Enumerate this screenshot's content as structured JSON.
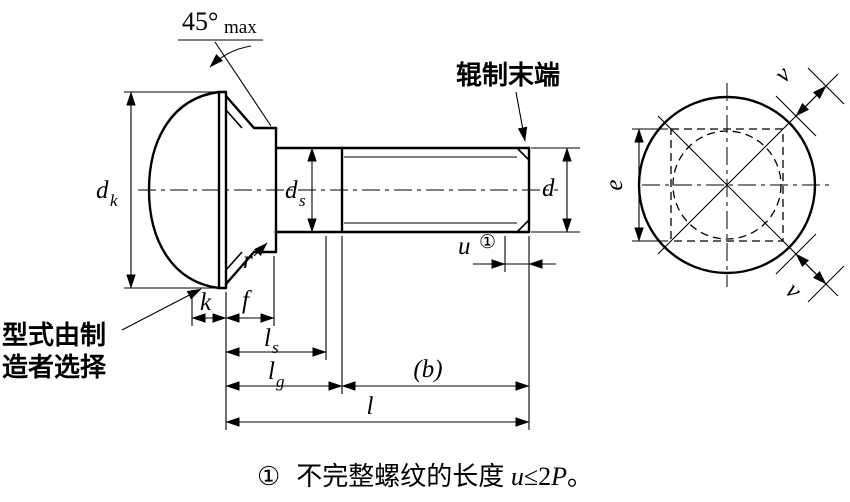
{
  "drawing": {
    "angle": {
      "value": "45°",
      "max": "max"
    },
    "rolled_end": "辊制末端",
    "maker_note": {
      "line1": "型式由制",
      "line2": "造者选择"
    },
    "dims": {
      "dk_main": "d",
      "dk_sub": "k",
      "ds_main": "d",
      "ds_sub": "s",
      "d": "d",
      "e": "e",
      "v_top": "v",
      "v_bottom": "v",
      "u_main": "u",
      "u_ref": "①",
      "k": "k",
      "f": "f",
      "r": "r",
      "ls_main": "l",
      "ls_sub": "s",
      "lg_main": "l",
      "lg_sub": "g",
      "b": "(b)",
      "l": "l"
    }
  },
  "footnote": {
    "marker": "①",
    "text": "不完整螺纹的长度",
    "formula_u": "u",
    "formula_rel": "≤2",
    "formula_p": "P",
    "period": "。"
  }
}
